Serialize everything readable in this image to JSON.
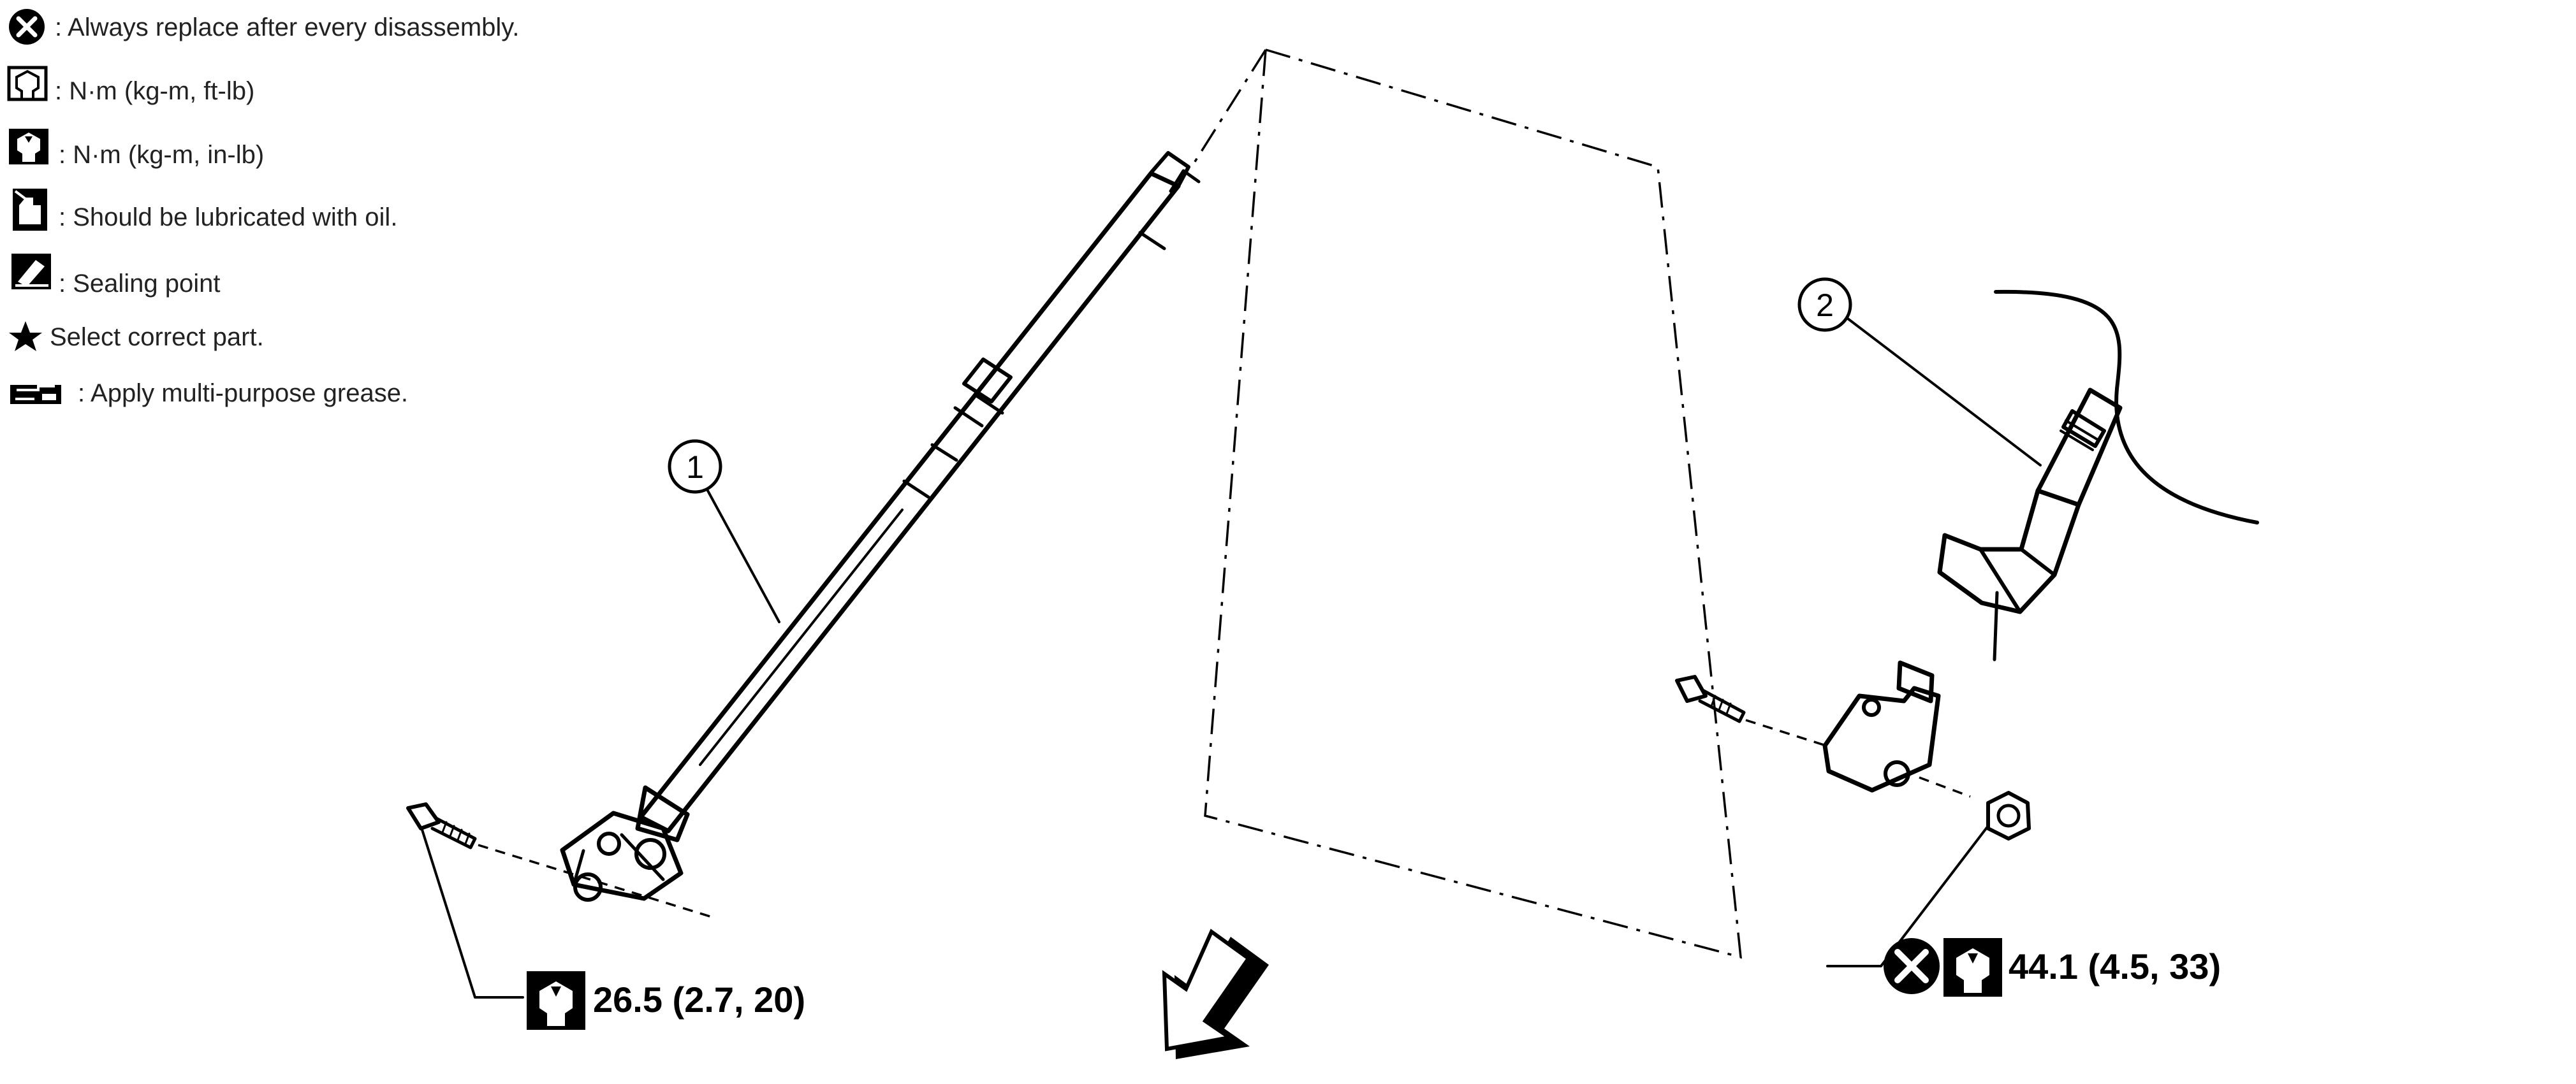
{
  "legend": {
    "items": [
      {
        "icon": "replace-x-icon",
        "text": ": Always replace after every disassembly."
      },
      {
        "icon": "torque-wrench-icon",
        "text": ": N·m (kg-m, ft-lb)"
      },
      {
        "icon": "torque-wrench-filled-icon",
        "text": ": N·m (kg-m, in-lb)"
      },
      {
        "icon": "oil-can-icon",
        "text": ": Should be lubricated with oil."
      },
      {
        "icon": "sealing-icon",
        "text": ": Sealing point"
      },
      {
        "icon": "star-icon",
        "text": "Select correct part."
      },
      {
        "icon": "grease-icon",
        "text": ": Apply multi-purpose grease."
      }
    ]
  },
  "callouts": {
    "part1": "1",
    "part2": "2"
  },
  "torque": {
    "left": "26.5 (2.7, 20)",
    "right": "44.1 (4.5, 33)"
  },
  "colors": {
    "ink": "#000000",
    "text": "#222222",
    "background": "#ffffff"
  }
}
